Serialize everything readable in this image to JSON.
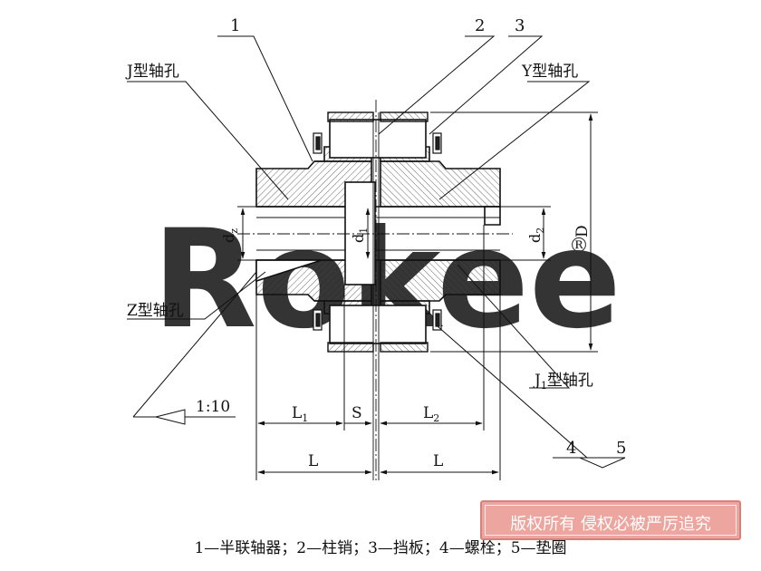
{
  "watermark": {
    "text": "Rokee",
    "color": "#b9cfe4",
    "reg_mark": "®"
  },
  "parts": {
    "p1": "1",
    "p2": "2",
    "p3": "3",
    "p4": "4",
    "p5": "5"
  },
  "bore_types": {
    "j": "J型轴孔",
    "y": "Y型轴孔",
    "z": "Z型轴孔",
    "j1_prefix": "J",
    "j1_sub": "1",
    "j1_suffix": "型轴孔"
  },
  "dimensions": {
    "d_z": "d",
    "d_z_sub": "z",
    "d_1": "d",
    "d_1_sub": "1",
    "d_2": "d",
    "d_2_sub": "2",
    "D": "D",
    "L1": "L",
    "L1_sub": "1",
    "S": "S",
    "L2": "L",
    "L2_sub": "2",
    "L_left": "L",
    "L_right": "L",
    "taper": "1:10"
  },
  "caption": "1—半联轴器；2—柱销；3—挡板；4—螺栓；5—垫圈",
  "stamp": {
    "text": "版权所有 侵权必被严厉追究",
    "color": "#e88c84"
  }
}
